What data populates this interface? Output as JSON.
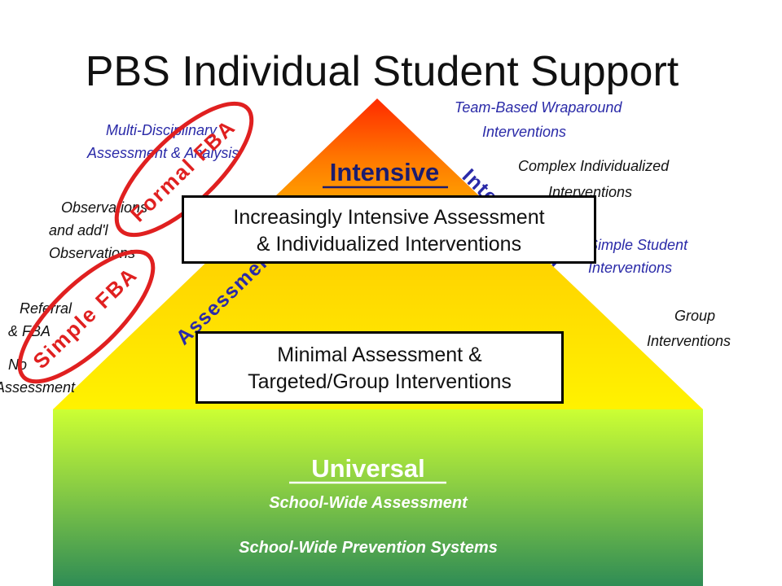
{
  "title": "PBS Individual Student Support",
  "pyramid": {
    "top_label": "Intensive",
    "base_label": "Universal",
    "base_line1": "School-Wide Assessment",
    "base_line2": "School-Wide Prevention Systems",
    "left_side_text": "Assessment",
    "right_side_text": "Intervention"
  },
  "boxes": {
    "upper": [
      "Increasingly Intensive Assessment",
      "& Individualized Interventions"
    ],
    "lower": [
      "Minimal Assessment &",
      "Targeted/Group Interventions"
    ]
  },
  "ovals": {
    "formal": "Formal FBA",
    "simple": "Simple FBA"
  },
  "left_labels": {
    "multi": [
      "Multi-Disciplinary",
      "Assessment & Analysis"
    ],
    "obs": [
      "Observations",
      "and add'l",
      "Observations"
    ],
    "referral": [
      "Referral",
      "& FBA"
    ],
    "none": [
      "No",
      "Assessment"
    ]
  },
  "right_labels": {
    "team": [
      "Team-Based Wraparound",
      "Interventions"
    ],
    "complex": [
      "Complex Individualized",
      "Interventions"
    ],
    "simple": [
      "Simple Student",
      "Interventions"
    ],
    "group": [
      "Group",
      "Interventions"
    ]
  },
  "colors": {
    "pyramid_top": "#ff2a00",
    "pyramid_mid": "#ffd200",
    "pyramid_low": "#fff200",
    "base_top": "#ccff33",
    "base_bottom": "#2f8c55",
    "oval_red": "#e02020",
    "label_blue": "#2a2aa8"
  }
}
